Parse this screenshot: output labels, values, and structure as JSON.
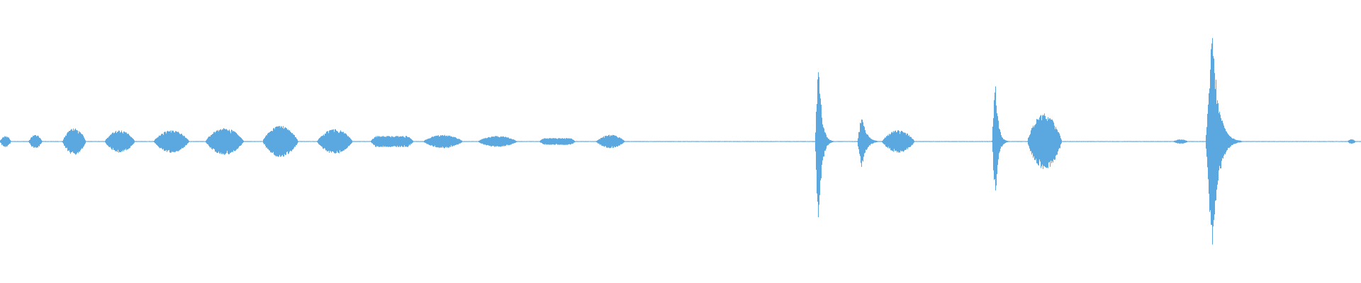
{
  "waveform": {
    "color": "#5ba8e0",
    "baseline_amplitude": 0.004,
    "segments": [
      {
        "t_start": 0.0,
        "t_end": 0.008,
        "amplitude": 0.05,
        "shape": "bump"
      },
      {
        "t_start": 0.021,
        "t_end": 0.031,
        "amplitude": 0.06,
        "shape": "bump"
      },
      {
        "t_start": 0.046,
        "t_end": 0.063,
        "amplitude": 0.12,
        "shape": "bump"
      },
      {
        "t_start": 0.077,
        "t_end": 0.099,
        "amplitude": 0.1,
        "shape": "bump"
      },
      {
        "t_start": 0.113,
        "t_end": 0.139,
        "amplitude": 0.1,
        "shape": "bump"
      },
      {
        "t_start": 0.151,
        "t_end": 0.179,
        "amplitude": 0.12,
        "shape": "bump"
      },
      {
        "t_start": 0.193,
        "t_end": 0.219,
        "amplitude": 0.14,
        "shape": "bump"
      },
      {
        "t_start": 0.233,
        "t_end": 0.259,
        "amplitude": 0.11,
        "shape": "bump"
      },
      {
        "t_start": 0.272,
        "t_end": 0.304,
        "amplitude": 0.05,
        "shape": "flat"
      },
      {
        "t_start": 0.311,
        "t_end": 0.34,
        "amplitude": 0.06,
        "shape": "bump"
      },
      {
        "t_start": 0.351,
        "t_end": 0.38,
        "amplitude": 0.05,
        "shape": "bump"
      },
      {
        "t_start": 0.396,
        "t_end": 0.423,
        "amplitude": 0.03,
        "shape": "flat"
      },
      {
        "t_start": 0.438,
        "t_end": 0.459,
        "amplitude": 0.06,
        "shape": "bump"
      },
      {
        "t_start": 0.599,
        "t_end": 0.612,
        "amplitude": 0.8,
        "shape": "spike"
      },
      {
        "t_start": 0.63,
        "t_end": 0.648,
        "amplitude": 0.25,
        "shape": "spike"
      },
      {
        "t_start": 0.648,
        "t_end": 0.672,
        "amplitude": 0.1,
        "shape": "bump"
      },
      {
        "t_start": 0.729,
        "t_end": 0.741,
        "amplitude": 0.55,
        "shape": "spike"
      },
      {
        "t_start": 0.755,
        "t_end": 0.78,
        "amplitude": 0.25,
        "shape": "bump"
      },
      {
        "t_start": 0.862,
        "t_end": 0.873,
        "amplitude": 0.02,
        "shape": "bump"
      },
      {
        "t_start": 0.886,
        "t_end": 0.912,
        "amplitude": 1.0,
        "shape": "spike"
      },
      {
        "t_start": 0.99,
        "t_end": 0.996,
        "amplitude": 0.02,
        "shape": "bump"
      }
    ]
  }
}
